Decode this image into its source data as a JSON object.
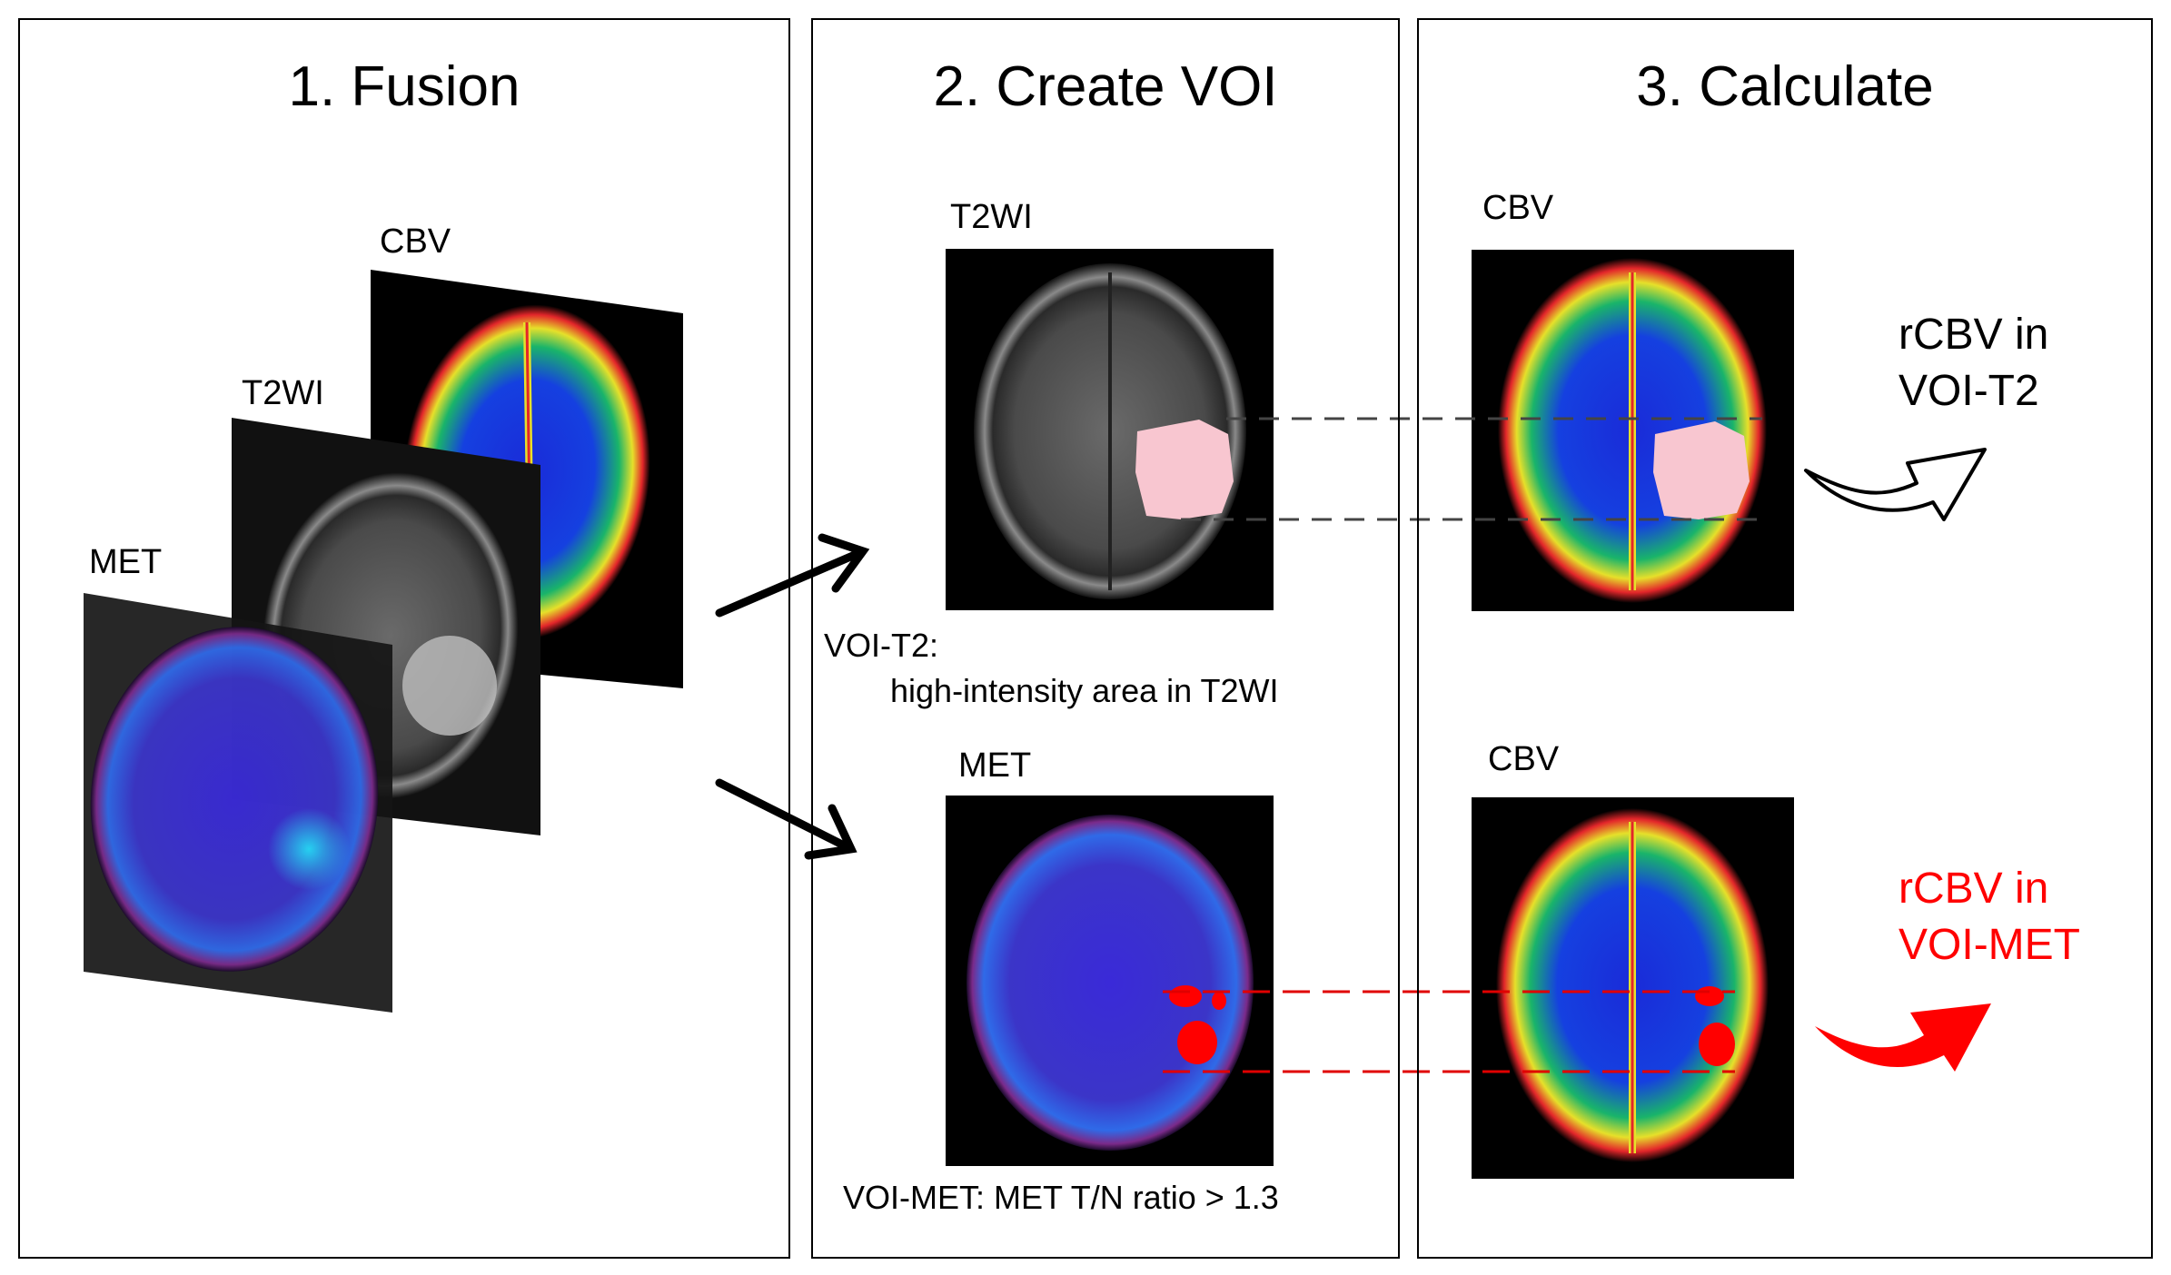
{
  "panels": {
    "fusion": {
      "title": "1. Fusion",
      "labels": {
        "cbv": "CBV",
        "t2wi": "T2WI",
        "met": "MET"
      }
    },
    "create_voi": {
      "title": "2. Create VOI",
      "t2wi_label": "T2WI",
      "voi_t2_caption_line1": "VOI-T2:",
      "voi_t2_caption_line2": "high-intensity area in T2WI",
      "met_label": "MET",
      "voi_met_caption": "VOI-MET: MET T/N ratio > 1.3"
    },
    "calculate": {
      "title": "3. Calculate",
      "cbv_label_top": "CBV",
      "cbv_label_bottom": "CBV",
      "result_t2_line1": "rCBV in",
      "result_t2_line2": "VOI-T2",
      "result_met_line1": "rCBV in",
      "result_met_line2": "VOI-MET"
    }
  },
  "colors": {
    "border": "#000000",
    "voi_t2_fill": "#f8c6d0",
    "voi_met_fill": "#ff0000",
    "met_result_text": "#ff0000",
    "guide_t2": "#444444",
    "guide_met": "#e00000"
  },
  "icons": [
    "arrow-up-right-icon",
    "arrow-down-right-icon",
    "curved-arrow-outline-icon",
    "curved-arrow-red-icon"
  ]
}
